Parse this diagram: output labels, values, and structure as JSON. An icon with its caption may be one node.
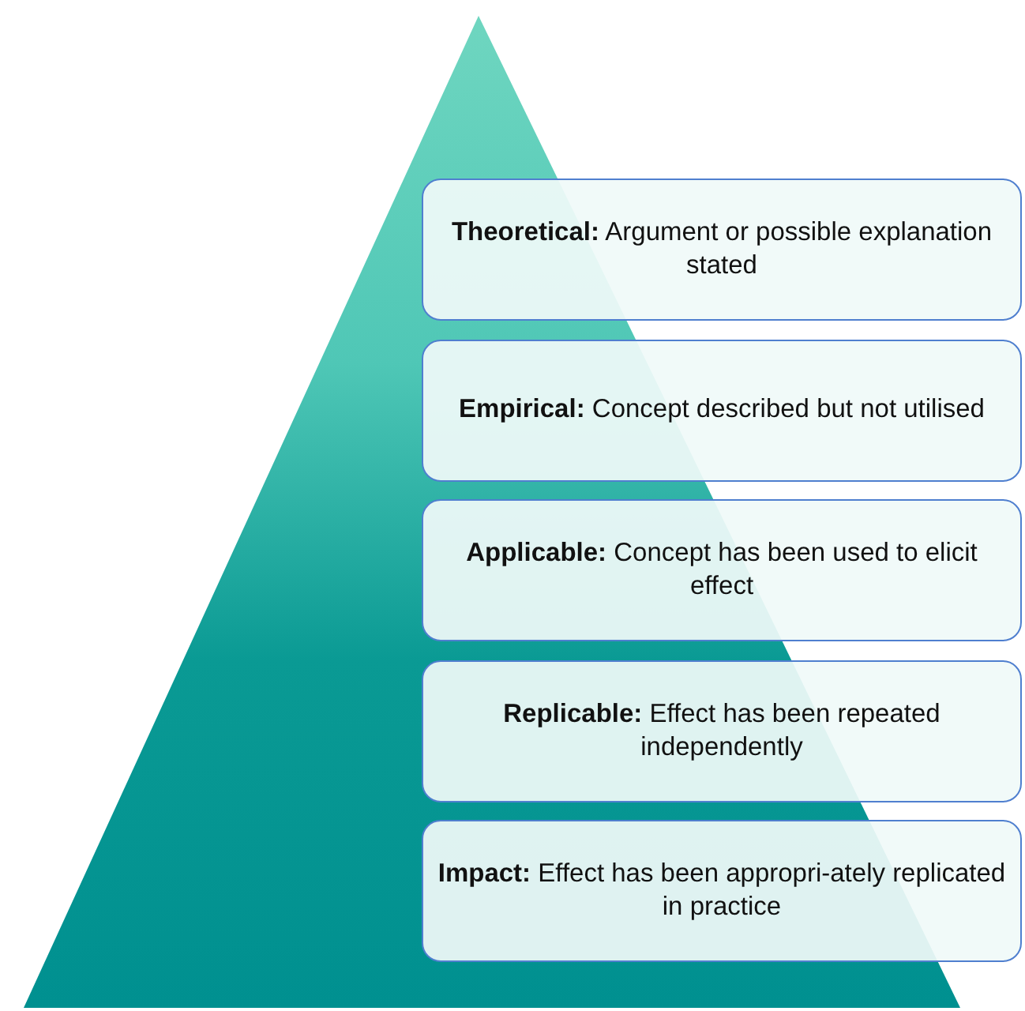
{
  "diagram": {
    "nodes": [
      {
        "text": [
          "**Theoretical:** Argument or possible explanation stated"
        ]
      },
      {
        "text": [
          "**Empirical:** Concept described but not utilised"
        ]
      },
      {
        "text": [
          "**Applicable:** Concept has been used to elicit effect"
        ]
      },
      {
        "text": [
          "**Replicable:** Effect has been repeated independently"
        ]
      },
      {
        "text": [
          "**Impact:** Effect has been appropri-ately replicated in practice"
        ]
      }
    ]
  }
}
